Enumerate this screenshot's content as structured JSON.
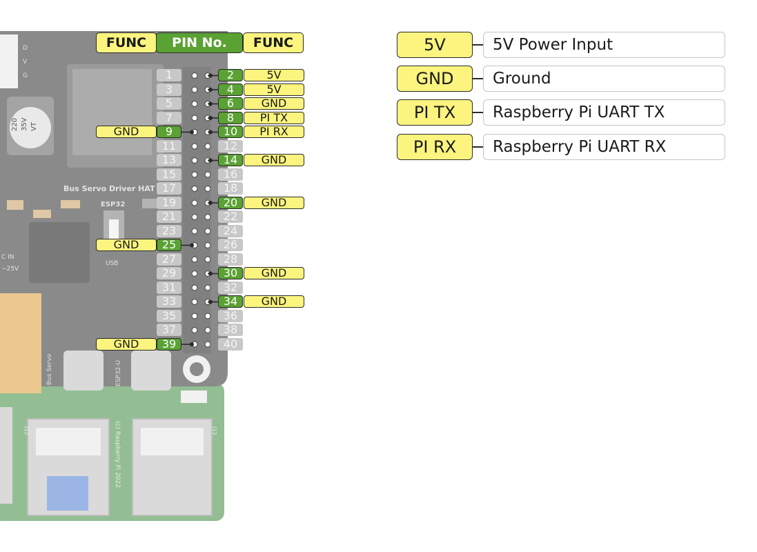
{
  "header": {
    "func_left": "FUNC",
    "pin_no": "PIN No.",
    "func_right": "FUNC"
  },
  "board_text": {
    "title": "Bus Servo Driver HAT",
    "esp32": "ESP32",
    "usb": "USB",
    "cap": [
      "220",
      "35V",
      "VT"
    ],
    "dvg": [
      "D",
      "V",
      "G"
    ],
    "c_in": "C IN",
    "voltage": "~25V",
    "bus_servo": "Bus Servo",
    "esp32_u": "ESP32-U",
    "rpi": "(c) Raspberry Pi 2022",
    "j12": "J12",
    "j13": "J13"
  },
  "pins": [
    {
      "num": "1",
      "active": false,
      "func": ""
    },
    {
      "num": "2",
      "active": true,
      "func": "5V"
    },
    {
      "num": "3",
      "active": false,
      "func": ""
    },
    {
      "num": "4",
      "active": true,
      "func": "5V"
    },
    {
      "num": "5",
      "active": false,
      "func": ""
    },
    {
      "num": "6",
      "active": true,
      "func": "GND"
    },
    {
      "num": "7",
      "active": false,
      "func": ""
    },
    {
      "num": "8",
      "active": true,
      "func": "PI TX"
    },
    {
      "num": "9",
      "active": true,
      "func": "GND"
    },
    {
      "num": "10",
      "active": true,
      "func": "PI RX"
    },
    {
      "num": "11",
      "active": false,
      "func": ""
    },
    {
      "num": "12",
      "active": false,
      "func": ""
    },
    {
      "num": "13",
      "active": false,
      "func": ""
    },
    {
      "num": "14",
      "active": true,
      "func": "GND"
    },
    {
      "num": "15",
      "active": false,
      "func": ""
    },
    {
      "num": "16",
      "active": false,
      "func": ""
    },
    {
      "num": "17",
      "active": false,
      "func": ""
    },
    {
      "num": "18",
      "active": false,
      "func": ""
    },
    {
      "num": "19",
      "active": false,
      "func": ""
    },
    {
      "num": "20",
      "active": true,
      "func": "GND"
    },
    {
      "num": "21",
      "active": false,
      "func": ""
    },
    {
      "num": "22",
      "active": false,
      "func": ""
    },
    {
      "num": "23",
      "active": false,
      "func": ""
    },
    {
      "num": "24",
      "active": false,
      "func": ""
    },
    {
      "num": "25",
      "active": true,
      "func": "GND"
    },
    {
      "num": "26",
      "active": false,
      "func": ""
    },
    {
      "num": "27",
      "active": false,
      "func": ""
    },
    {
      "num": "28",
      "active": false,
      "func": ""
    },
    {
      "num": "29",
      "active": false,
      "func": ""
    },
    {
      "num": "30",
      "active": true,
      "func": "GND"
    },
    {
      "num": "31",
      "active": false,
      "func": ""
    },
    {
      "num": "32",
      "active": false,
      "func": ""
    },
    {
      "num": "33",
      "active": false,
      "func": ""
    },
    {
      "num": "34",
      "active": true,
      "func": "GND"
    },
    {
      "num": "35",
      "active": false,
      "func": ""
    },
    {
      "num": "36",
      "active": false,
      "func": ""
    },
    {
      "num": "37",
      "active": false,
      "func": ""
    },
    {
      "num": "38",
      "active": false,
      "func": ""
    },
    {
      "num": "39",
      "active": true,
      "func": "GND"
    },
    {
      "num": "40",
      "active": false,
      "func": ""
    }
  ],
  "legend": [
    {
      "key": "5V",
      "desc": "5V Power Input"
    },
    {
      "key": "GND",
      "desc": "Ground"
    },
    {
      "key": "PI TX",
      "desc": "Raspberry Pi UART TX"
    },
    {
      "key": "PI RX",
      "desc": "Raspberry Pi UART RX"
    }
  ],
  "colors": {
    "func_yellow": "#fbf47e",
    "pin_green": "#5aa233",
    "pin_grey": "#c8c8c8",
    "board_dark": "#2c2c2c",
    "board_green": "#3c8a3c"
  }
}
